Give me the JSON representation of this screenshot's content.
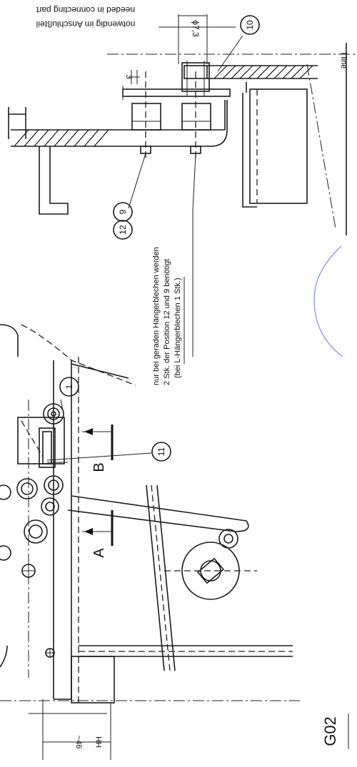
{
  "sheet": {
    "id": "G02"
  },
  "notes": {
    "hanger_line1": "nur bei geraden Hängerblechen werden",
    "hanger_line2": "2 Stk. der Position 12 und 9 benötigt",
    "hanger_line3": "(bei L-Hängerblechen 1 Stk.)",
    "port_de": "notwendig im Anschlußteil",
    "port_en": "needed in connecting part",
    "line_label": "l line"
  },
  "dimensions": {
    "phi": "ϕ7,3",
    "three": "3",
    "approx46": "~46",
    "hh": "HH"
  },
  "positions": {
    "p1": "1",
    "p9": "9",
    "p10": "10",
    "p11": "11",
    "p12": "12"
  },
  "section_marks": {
    "a": "A",
    "b": "B"
  }
}
